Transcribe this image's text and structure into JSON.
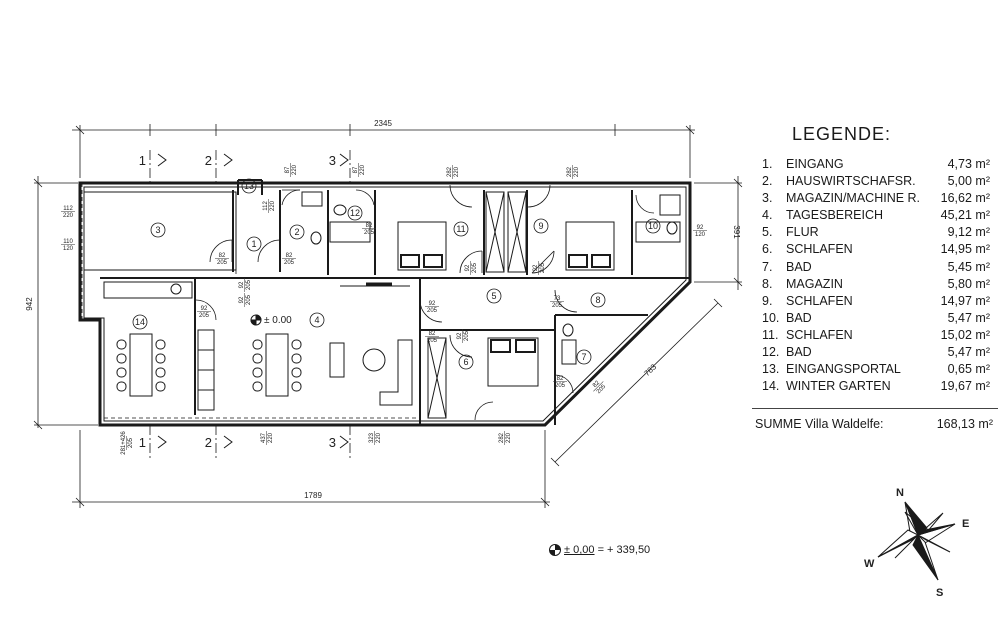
{
  "plan": {
    "dimensions": {
      "total_width": "2345",
      "bottom_width": "1789",
      "left_height": "942",
      "right_height": "391",
      "diagonal": "783"
    },
    "section_marks": [
      "1",
      "2",
      "3"
    ],
    "room_numbers": [
      "1",
      "2",
      "3",
      "4",
      "5",
      "6",
      "7",
      "8",
      "9",
      "10",
      "11",
      "12",
      "13",
      "14"
    ],
    "level_mark": "± 0.00",
    "openings": [
      {
        "w": "112",
        "h": "220"
      },
      {
        "w": "110",
        "h": "120"
      },
      {
        "w": "87",
        "h": "220"
      },
      {
        "w": "87",
        "h": "220"
      },
      {
        "w": "282",
        "h": "220"
      },
      {
        "w": "282",
        "h": "220"
      },
      {
        "w": "92",
        "h": "120"
      },
      {
        "w": "82",
        "h": "205"
      },
      {
        "w": "82",
        "h": "205"
      },
      {
        "w": "82",
        "h": "205"
      },
      {
        "w": "112",
        "h": "220"
      },
      {
        "w": "82",
        "h": "205"
      },
      {
        "w": "92",
        "h": "205"
      },
      {
        "w": "92",
        "h": "205"
      },
      {
        "w": "92",
        "h": "205"
      },
      {
        "w": "92",
        "h": "205"
      },
      {
        "w": "92",
        "h": "205"
      },
      {
        "w": "73",
        "h": "205"
      },
      {
        "w": "82",
        "h": "205"
      },
      {
        "w": "92",
        "h": "205"
      },
      {
        "w": "437",
        "h": "220"
      },
      {
        "w": "323",
        "h": "220"
      },
      {
        "w": "282",
        "h": "220"
      },
      {
        "w": "281+426",
        "h": "205"
      },
      {
        "w": "82",
        "h": "205"
      },
      {
        "w": "92",
        "h": "205"
      }
    ]
  },
  "legend": {
    "title": "LEGENDE:",
    "items": [
      {
        "num": "1.",
        "name": "EINGANG",
        "area": "4,73 m²"
      },
      {
        "num": "2.",
        "name": "HAUSWIRTSCHAFSR.",
        "area": "5,00 m²"
      },
      {
        "num": "3.",
        "name": "MAGAZIN/MACHINE R.",
        "area": "16,62 m²"
      },
      {
        "num": "4.",
        "name": "TAGESBEREICH",
        "area": "45,21 m²"
      },
      {
        "num": "5.",
        "name": "FLUR",
        "area": "9,12 m²"
      },
      {
        "num": "6.",
        "name": "SCHLAFEN",
        "area": "14,95 m²"
      },
      {
        "num": "7.",
        "name": "BAD",
        "area": "5,45 m²"
      },
      {
        "num": "8.",
        "name": "MAGAZIN",
        "area": "5,80 m²"
      },
      {
        "num": "9.",
        "name": "SCHLAFEN",
        "area": "14,97 m²"
      },
      {
        "num": "10.",
        "name": "BAD",
        "area": "5,47 m²"
      },
      {
        "num": "11.",
        "name": "SCHLAFEN",
        "area": "15,02 m²"
      },
      {
        "num": "12.",
        "name": "BAD",
        "area": "5,47 m²"
      },
      {
        "num": "13.",
        "name": "EINGANGSPORTAL",
        "area": "0,65 m²"
      },
      {
        "num": "14.",
        "name": "WINTER GARTEN",
        "area": "19,67 m²"
      }
    ],
    "sum_label": "SUMME Villa Waldelfe:",
    "sum_area": "168,13 m²"
  },
  "datum": {
    "main": "± 0,00",
    "rest": " = + 339,50"
  },
  "compass": {
    "n": "N",
    "e": "E",
    "s": "S",
    "w": "W"
  }
}
